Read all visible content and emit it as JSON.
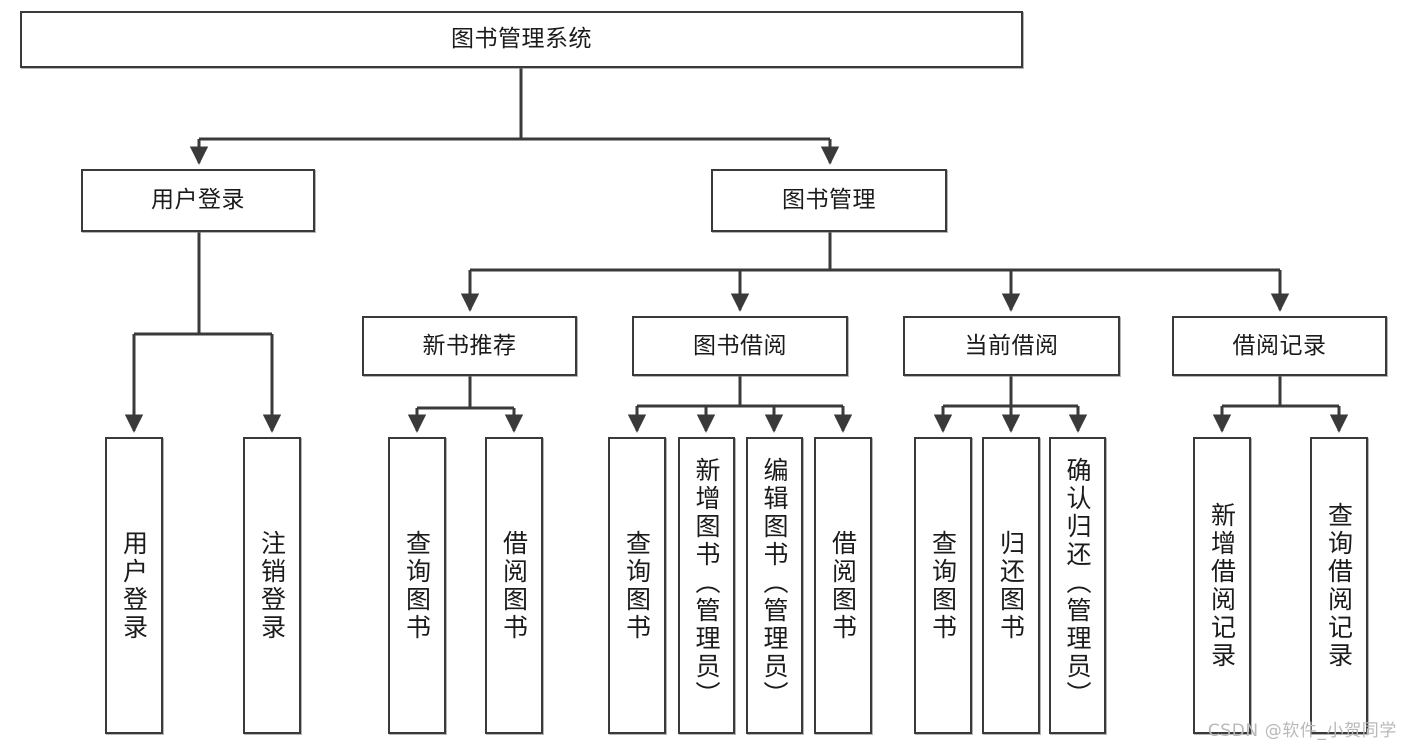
{
  "diagram": {
    "type": "tree",
    "title": "图书管理系统",
    "orientation": "top-down",
    "colors": {
      "box_border": "#3a3a3a",
      "box_fill": "#ffffff",
      "connector": "#3a3a3a",
      "text": "#1b1b1b",
      "watermark": "#b9b9b9"
    }
  },
  "root": {
    "label": "图书管理系统"
  },
  "level2": [
    {
      "label": "用户登录"
    },
    {
      "label": "图书管理"
    }
  ],
  "level3": [
    {
      "label": "新书推荐"
    },
    {
      "label": "图书借阅"
    },
    {
      "label": "当前借阅"
    },
    {
      "label": "借阅记录"
    }
  ],
  "leaves": {
    "user_login": [
      {
        "label": "用户登录"
      },
      {
        "label": "注销登录"
      }
    ],
    "new_book": [
      {
        "label": "查询图书"
      },
      {
        "label": "借阅图书"
      }
    ],
    "book_borrow": [
      {
        "label": "查询图书"
      },
      {
        "label": "新增图书（管理员）"
      },
      {
        "label": "编辑图书（管理员）"
      },
      {
        "label": "借阅图书"
      }
    ],
    "current_borrow": [
      {
        "label": "查询图书"
      },
      {
        "label": "归还图书"
      },
      {
        "label": "确认归还（管理员）"
      }
    ],
    "borrow_record": [
      {
        "label": "新增借阅记录"
      },
      {
        "label": "查询借阅记录"
      }
    ]
  },
  "watermark": {
    "text": "CSDN @软件_小贺同学"
  }
}
